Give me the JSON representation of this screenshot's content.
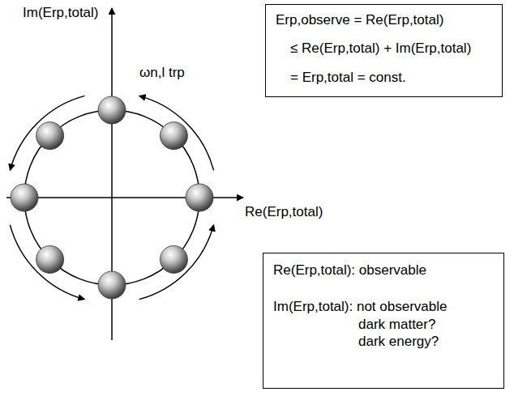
{
  "diagram": {
    "nodes": [
      {
        "text": [
          "Erp,observe = Re(Erp,total)",
          "≤ Re(Erp,total) + Im(Erp,total)",
          "= Erp,total = const."
        ]
      },
      {
        "text": [
          "Re(Erp,total): observable",
          "Im(Erp,total): not observable dark matter? dark energy?"
        ]
      }
    ],
    "edges": [],
    "labels": [
      "Im(Erp,total)",
      "ωn,l trp",
      "Re(Erp,total)"
    ]
  }
}
